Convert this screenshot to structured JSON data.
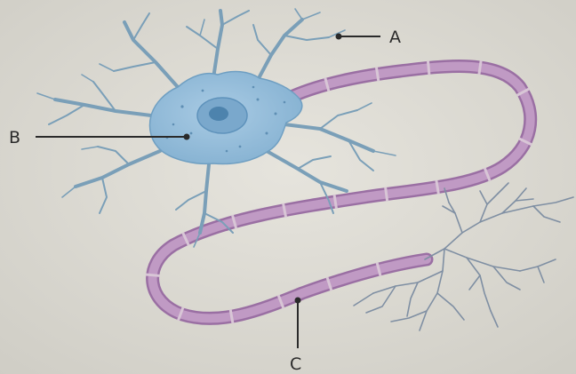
{
  "labels": {
    "a": "A",
    "b": "B",
    "c": "C"
  },
  "colors": {
    "background": "#dcdad3",
    "cell_body": "#8db8d6",
    "cell_body_edge": "#6f9fc2",
    "nucleus": "#6fa0c6",
    "nucleolus": "#4d83ad",
    "dendrite": "#7a9fb8",
    "axon_sheath": "#b98fbd",
    "axon_edge": "#9a6fa3",
    "node": "#d8c6d6",
    "terminal_branch": "#7f8fa3",
    "pointer": "#2a2a2a"
  }
}
